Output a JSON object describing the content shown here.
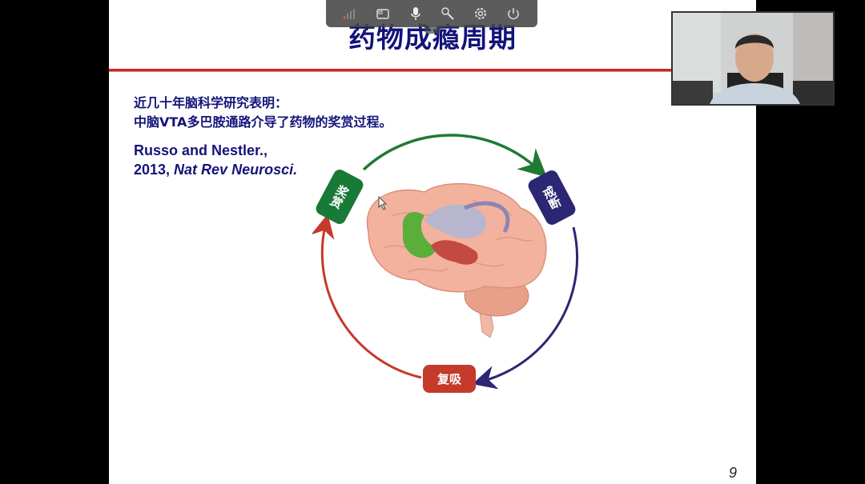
{
  "slide": {
    "title": "药物成瘾周期",
    "body_lines": [
      "近几十年脑科学研究表明：",
      "中脑VTA多巴胺通路介导了药物的奖赏过程。"
    ],
    "citation": {
      "line1": "Russo and Nestler.,",
      "line2_prefix": "2013, ",
      "line2_journal": "Nat Rev Neurosci."
    },
    "diagram": {
      "stages": [
        {
          "label": "奖赏",
          "color": "#177a36"
        },
        {
          "label": "戒断",
          "color": "#2b2774"
        },
        {
          "label": "复吸",
          "color": "#c53a2b"
        }
      ],
      "arrow_colors": {
        "reward_to_withdrawal": "#1f7a34",
        "withdrawal_to_relapse": "#2b2774",
        "relapse_to_reward": "#c53a2b"
      }
    },
    "page_number": "9",
    "accent_color": "#c8281e",
    "title_color": "#13137a"
  },
  "toolbar": {
    "icons": [
      "signal-icon",
      "screen-share-icon",
      "microphone-icon",
      "wrench-icon",
      "settings-icon",
      "power-icon"
    ]
  },
  "webcam": {
    "label": "presenter video"
  }
}
